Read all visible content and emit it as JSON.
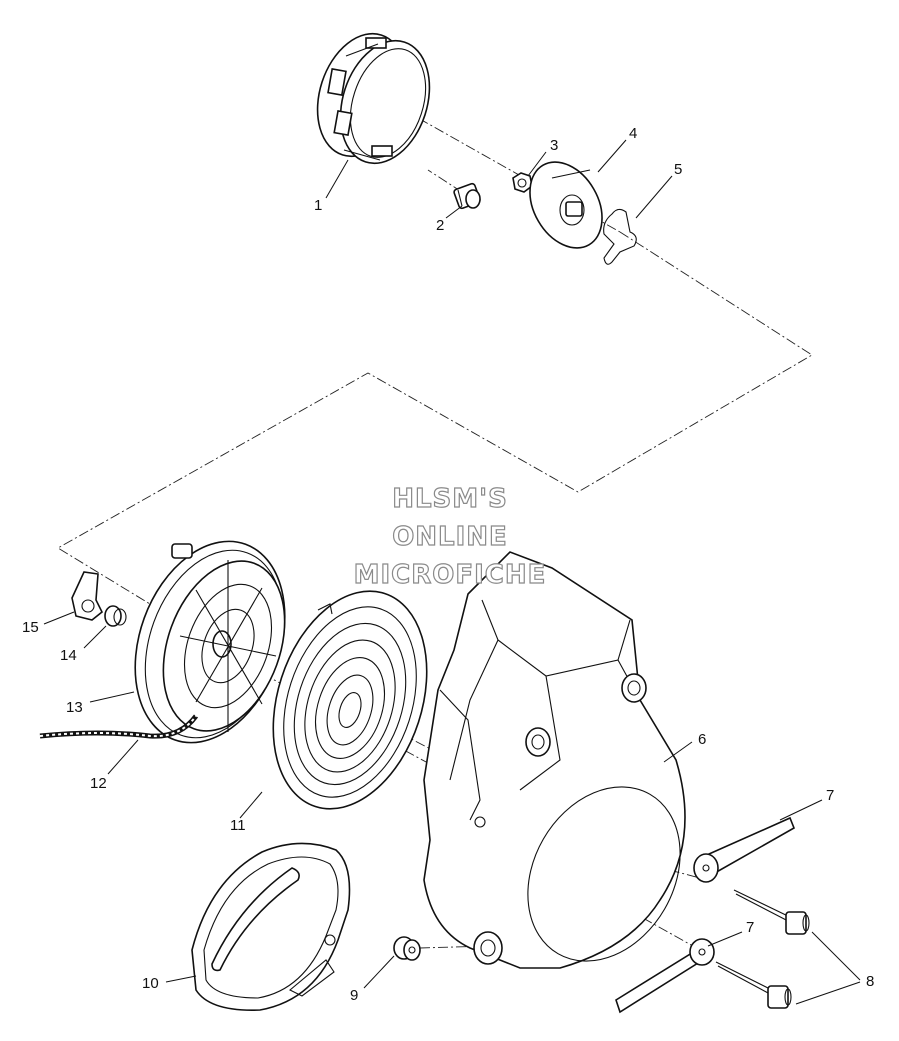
{
  "watermark": {
    "line1": "HLSM'S",
    "line2": "ONLINE",
    "line3": "MICROFICHE"
  },
  "callouts": {
    "c1": "1",
    "c2": "2",
    "c3": "3",
    "c4": "4",
    "c5": "5",
    "c6": "6",
    "c7a": "7",
    "c7b": "7",
    "c8": "8",
    "c9": "9",
    "c10": "10",
    "c11": "11",
    "c12": "12",
    "c13": "13",
    "c14": "14",
    "c15": "15"
  }
}
